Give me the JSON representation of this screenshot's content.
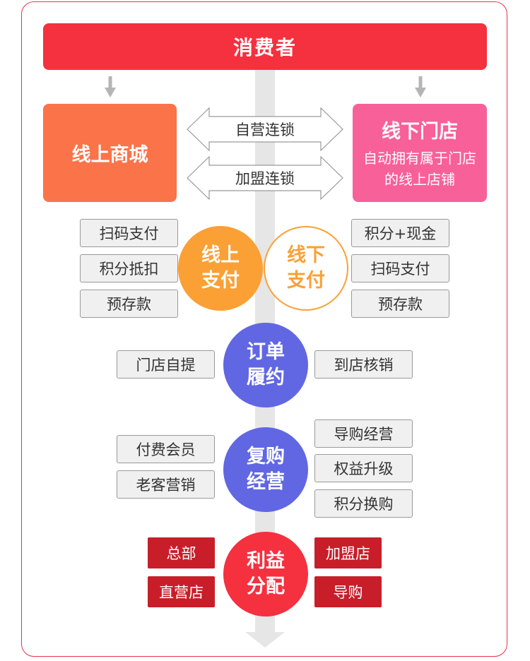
{
  "consumer": "消费者",
  "online_mall": "线上商城",
  "offline_store": {
    "title": "线下门店",
    "desc": "自动拥有属于门店的线上店铺"
  },
  "chains": [
    "自营连锁",
    "加盟连锁"
  ],
  "online_pay": {
    "title": "线上支付",
    "methods": [
      "扫码支付",
      "积分抵扣",
      "预存款"
    ]
  },
  "offline_pay": {
    "title": "线下支付",
    "methods": [
      "积分+现金",
      "扫码支付",
      "预存款"
    ]
  },
  "order": {
    "title": "订单履约",
    "left": [
      "门店自提"
    ],
    "right": [
      "到店核销"
    ]
  },
  "repeat": {
    "title": "复购经营",
    "left": [
      "付费会员",
      "老客营销"
    ],
    "right": [
      "导购经营",
      "权益升级",
      "积分换购"
    ]
  },
  "benefit": {
    "title": "利益分配",
    "left": [
      "总部",
      "直营店"
    ],
    "right": [
      "加盟店",
      "导购"
    ]
  },
  "colors": {
    "red": "#f5303f",
    "orange": "#fa7349",
    "pink": "#f8609a",
    "amber": "#fba035",
    "indigo": "#6167e2",
    "dark_red": "#c81e2a",
    "gray": "#e6e6e6"
  }
}
